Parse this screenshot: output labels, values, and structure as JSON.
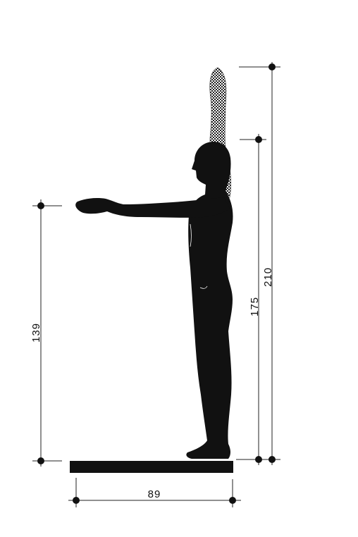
{
  "colors": {
    "ink": "#111111",
    "background": "#ffffff",
    "raised_arm_pattern": "#888888"
  },
  "dimensions": {
    "overall_reach_height": "210",
    "body_height": "175",
    "forward_reach_height": "139",
    "forward_reach_depth": "89"
  }
}
